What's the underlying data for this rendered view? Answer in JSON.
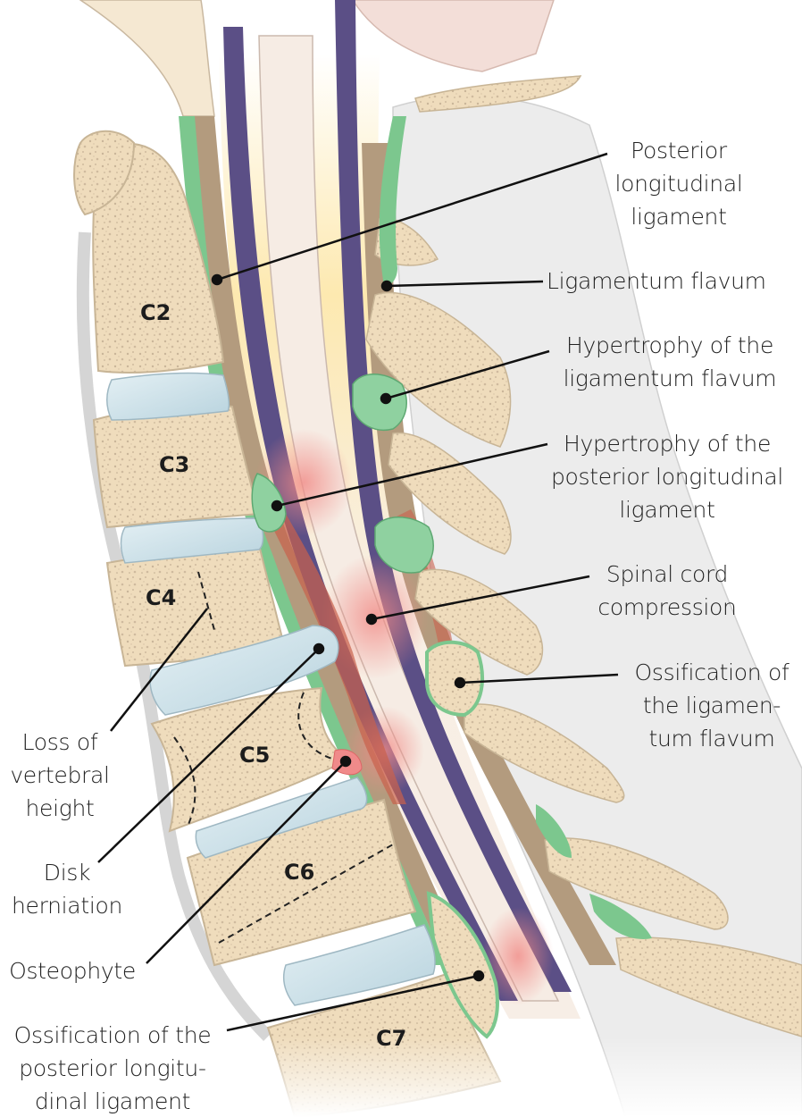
{
  "figure": {
    "title": "Cervical spine – sagittal section showing causes of spinal cord compression",
    "colors": {
      "bone": "#efdcbc",
      "bone_speckle": "#b9a48a",
      "disc": "#cfe3ea",
      "ligament_green": "#7cc78e",
      "dura_brown": "#b39b7e",
      "vein_purple": "#5b4f86",
      "cord": "#f6ece4",
      "inflammation_red": "#f4a3a0",
      "compression_dark": "#c9614c",
      "csf_yellow": "#fde9b0",
      "leader_line": "#111111"
    }
  },
  "vertebrae": [
    {
      "id": "C2",
      "label": "C2"
    },
    {
      "id": "C3",
      "label": "C3"
    },
    {
      "id": "C4",
      "label": "C4"
    },
    {
      "id": "C5",
      "label": "C5"
    },
    {
      "id": "C6",
      "label": "C6"
    },
    {
      "id": "C7",
      "label": "C7"
    }
  ],
  "annotations": {
    "pll": {
      "lines": [
        "Posterior",
        "longitudinal",
        "ligament"
      ]
    },
    "lig_flavum": {
      "lines": [
        "Ligamentum flavum"
      ]
    },
    "hyp_lf": {
      "lines": [
        "Hypertrophy of the",
        "ligamentum flavum"
      ]
    },
    "hyp_pll": {
      "lines": [
        "Hypertrophy of the",
        "posterior longitudinal",
        "ligament"
      ]
    },
    "cord_comp": {
      "lines": [
        "Spinal cord",
        "compression"
      ]
    },
    "oss_lf": {
      "lines": [
        "Ossification of",
        "the ligamen-",
        "tum flavum"
      ]
    },
    "loss_height": {
      "lines": [
        "Loss of",
        "vertebral",
        "height"
      ]
    },
    "disk_hern": {
      "lines": [
        "Disk",
        "herniation"
      ]
    },
    "osteophyte": {
      "lines": [
        "Osteophyte"
      ]
    },
    "oss_pll": {
      "lines": [
        "Ossification of the",
        "posterior longitu-",
        "dinal ligament"
      ]
    }
  }
}
